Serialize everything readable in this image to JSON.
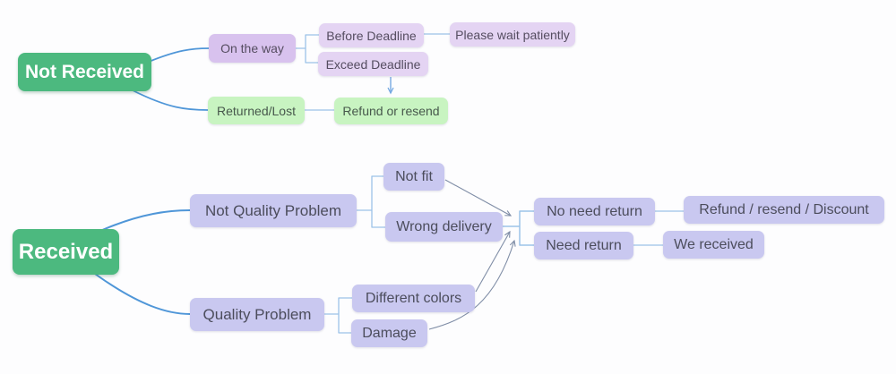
{
  "palette": {
    "root_green": "#4cb97f",
    "light_green": "#c8f4c1",
    "lavender": "#e4d4f3",
    "lavender_deep": "#d8c2ee",
    "periwinkle": "#c9c8f0",
    "curve_blue": "#4f96d8",
    "bracket_blue": "#9cc3e8",
    "arrow_gray": "#7f8da6",
    "arrow_blue": "#76a9e2"
  },
  "nodes": {
    "not_received": {
      "label": "Not Received"
    },
    "on_the_way": {
      "label": "On the way"
    },
    "before_deadline": {
      "label": "Before Deadline"
    },
    "please_wait": {
      "label": "Please wait patiently"
    },
    "exceed_deadline": {
      "label": "Exceed Deadline"
    },
    "returned_lost": {
      "label": "Returned/Lost"
    },
    "refund_or_resend": {
      "label": "Refund or resend"
    },
    "received": {
      "label": "Received"
    },
    "not_quality_problem": {
      "label": "Not Quality Problem"
    },
    "not_fit": {
      "label": "Not fit"
    },
    "wrong_delivery": {
      "label": "Wrong delivery"
    },
    "quality_problem": {
      "label": "Quality Problem"
    },
    "different_colors": {
      "label": "Different colors"
    },
    "damage": {
      "label": "Damage"
    },
    "no_need_return": {
      "label": "No need return"
    },
    "refund_resend_discount": {
      "label": "Refund / resend / Discount"
    },
    "need_return": {
      "label": "Need return"
    },
    "we_received": {
      "label": "We received"
    }
  },
  "edges": [
    {
      "from": "not_received",
      "to": "on_the_way",
      "style": "curve"
    },
    {
      "from": "not_received",
      "to": "returned_lost",
      "style": "curve"
    },
    {
      "from": "on_the_way",
      "to": "before_deadline",
      "style": "bracket"
    },
    {
      "from": "on_the_way",
      "to": "exceed_deadline",
      "style": "bracket"
    },
    {
      "from": "before_deadline",
      "to": "please_wait",
      "style": "line"
    },
    {
      "from": "exceed_deadline",
      "to": "refund_or_resend",
      "style": "arrow"
    },
    {
      "from": "returned_lost",
      "to": "refund_or_resend",
      "style": "line"
    },
    {
      "from": "received",
      "to": "not_quality_problem",
      "style": "curve"
    },
    {
      "from": "received",
      "to": "quality_problem",
      "style": "curve"
    },
    {
      "from": "not_quality_problem",
      "to": "not_fit",
      "style": "bracket"
    },
    {
      "from": "not_quality_problem",
      "to": "wrong_delivery",
      "style": "bracket"
    },
    {
      "from": "quality_problem",
      "to": "different_colors",
      "style": "bracket"
    },
    {
      "from": "quality_problem",
      "to": "damage",
      "style": "bracket"
    },
    {
      "from": "not_fit",
      "to": "return-branch-junction",
      "style": "arrow"
    },
    {
      "from": "wrong_delivery",
      "to": "return-branch-junction",
      "style": "line"
    },
    {
      "from": "different_colors",
      "to": "return-branch-junction",
      "style": "arrow"
    },
    {
      "from": "damage",
      "to": "return-branch-junction",
      "style": "arrow"
    },
    {
      "from": "return-branch-junction",
      "to": "no_need_return",
      "style": "bracket"
    },
    {
      "from": "return-branch-junction",
      "to": "need_return",
      "style": "bracket"
    },
    {
      "from": "no_need_return",
      "to": "refund_resend_discount",
      "style": "line"
    },
    {
      "from": "need_return",
      "to": "we_received",
      "style": "line"
    }
  ]
}
